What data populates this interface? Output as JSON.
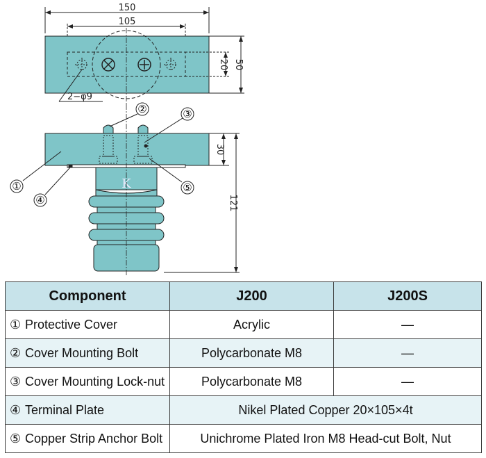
{
  "drawing": {
    "dimensions": {
      "overall_width": "150",
      "bolt_spacing": "105",
      "slot_height": "20",
      "top_height": "50",
      "hole_note": "2−φ9",
      "cover_thickness": "30",
      "total_height": "121"
    },
    "callouts": {
      "protective_cover": "①",
      "cover_mounting_bolt": "②",
      "cover_mounting_locknut": "③",
      "terminal_plate": "④",
      "anchor_bolt": "⑤"
    },
    "colors": {
      "cover_fill": "#7fc5c8",
      "line": "#222222"
    }
  },
  "table": {
    "headers": [
      "Component",
      "J200",
      "J200S"
    ],
    "rows": [
      {
        "num": "①",
        "name": "Protective Cover",
        "j200": "Acrylic",
        "j200s": "—"
      },
      {
        "num": "②",
        "name": "Cover Mounting Bolt",
        "j200": "Polycarbonate M8",
        "j200s": "—"
      },
      {
        "num": "③",
        "name": "Cover Mounting Lock-nut",
        "j200": "Polycarbonate M8",
        "j200s": "—"
      }
    ],
    "span_rows": [
      {
        "num": "④",
        "name": "Terminal Plate",
        "value": "Nikel Plated Copper 20×105×4t"
      },
      {
        "num": "⑤",
        "name": "Copper Strip Anchor Bolt",
        "value": "Unichrome Plated Iron M8 Head-cut Bolt, Nut"
      }
    ]
  }
}
